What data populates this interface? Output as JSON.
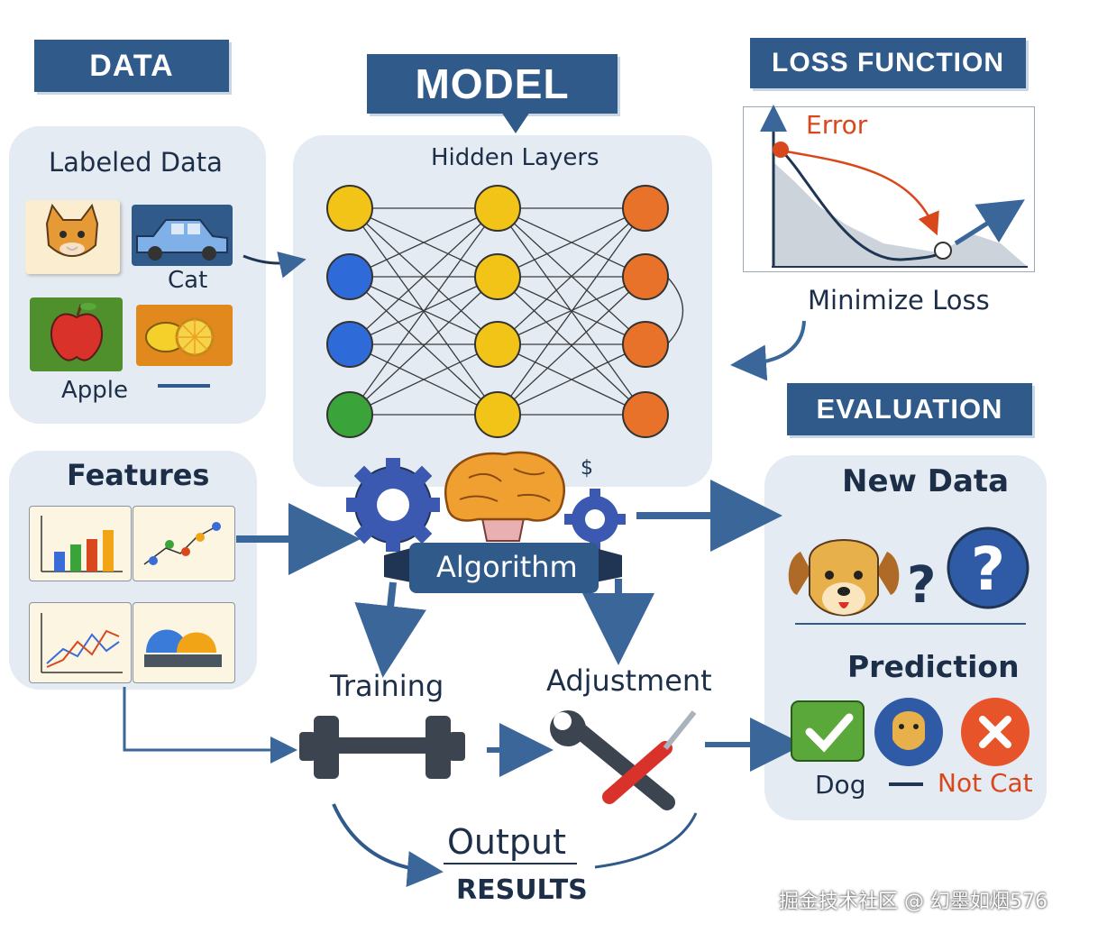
{
  "sections": {
    "data": "DATA",
    "model": "MODEL",
    "loss_function": "LOSS FUNCTION",
    "evaluation": "EVALUATION"
  },
  "data_panel": {
    "title": "Labeled Data",
    "label_cat": "Cat",
    "label_apple": "Apple"
  },
  "model_panel": {
    "title": "Hidden Layers",
    "layer_colors": [
      "#f2c417",
      "#2f6bd8",
      "#e8722a",
      "#3aa33a"
    ]
  },
  "loss_panel": {
    "error_label": "Error",
    "caption": "Minimize Loss"
  },
  "features_panel": {
    "title": "Features"
  },
  "algorithm": {
    "label": "Algorithm"
  },
  "steps": {
    "training": "Training",
    "adjustment": "Adjustment",
    "output": "Output",
    "results": "RESULTS"
  },
  "evaluation_panel": {
    "new_data": "New Data",
    "prediction": "Prediction",
    "dog": "Dog",
    "not_cat": "Not Cat"
  },
  "watermark": "掘金技术社区 @ 幻墨如烟576",
  "colors": {
    "banner": "#2f5a8a",
    "panel": "#e4ebf3",
    "arrow": "#3a6699",
    "error_red": "#d9481c"
  }
}
